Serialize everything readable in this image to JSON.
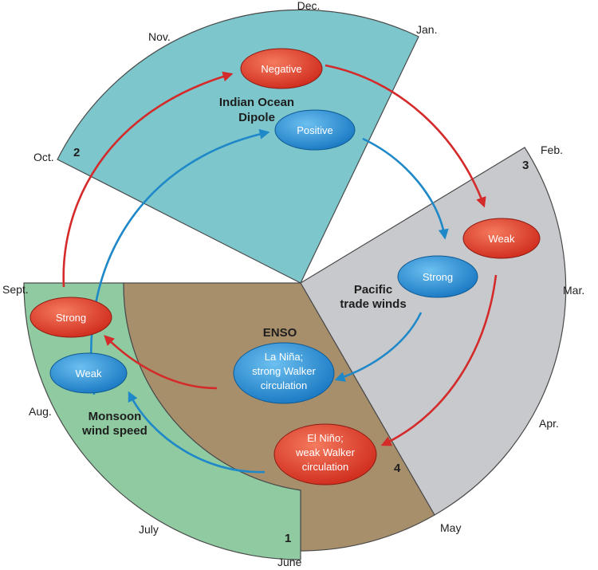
{
  "months": {
    "dec": "Dec.",
    "jan": "Jan.",
    "nov": "Nov.",
    "oct": "Oct.",
    "feb": "Feb.",
    "mar": "Mar.",
    "sept": "Sept.",
    "apr": "Apr.",
    "aug": "Aug.",
    "may": "May",
    "july": "July",
    "june": "June"
  },
  "sectors": {
    "indian_ocean": {
      "number": "2",
      "title_line1": "Indian Ocean",
      "title_line2": "Dipole",
      "color": "#7cc6cc"
    },
    "pacific": {
      "number": "3",
      "title_line1": "Pacific",
      "title_line2": "trade winds",
      "color": "#c7c9cc"
    },
    "enso": {
      "number": "4",
      "title": "ENSO",
      "color": "#a88f6c"
    },
    "monsoon": {
      "number": "1",
      "title_line1": "Monsoon",
      "title_line2": "wind speed",
      "color": "#8fcaa0"
    }
  },
  "states": {
    "iod_negative": "Negative",
    "iod_positive": "Positive",
    "pacific_weak": "Weak",
    "pacific_strong": "Strong",
    "la_nina": [
      "La Niña;",
      "strong Walker",
      "circulation"
    ],
    "el_nino": [
      "El Niño;",
      "weak Walker",
      "circulation"
    ],
    "monsoon_strong": "Strong",
    "monsoon_weak": "Weak"
  },
  "colors": {
    "red_path": "#d42a2a",
    "blue_path": "#1e88c8",
    "red_oval": "#e2412f",
    "blue_oval": "#2b8fd4"
  }
}
